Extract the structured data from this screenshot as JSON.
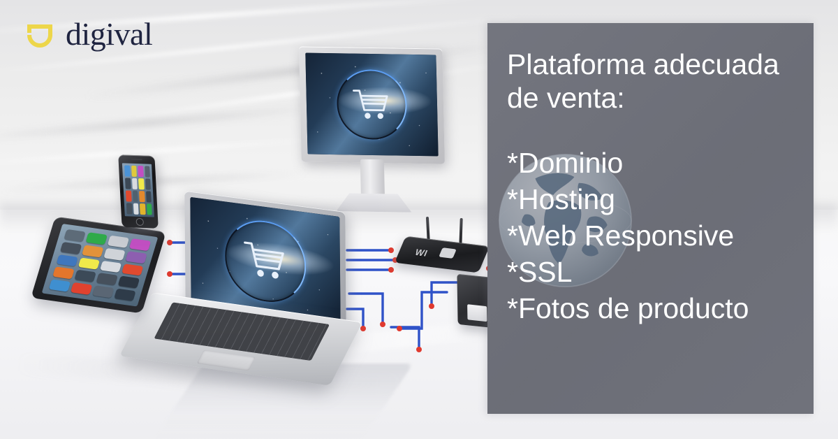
{
  "brand": {
    "name": "digival",
    "mark_icon": "digival-bracket-smile-mark",
    "mark_color": "#edd64a",
    "text_color": "#1f2440"
  },
  "panel": {
    "background_color": "#6e7079",
    "text_color": "#ffffff",
    "title": "Plataforma adecuada\nde venta:",
    "watermark_icon": "globe-icon",
    "items": [
      {
        "label": "*Dominio"
      },
      {
        "label": "*Hosting"
      },
      {
        "label": "*Web Responsive"
      },
      {
        "label": "*SSL"
      },
      {
        "label": "*Fotos de producto"
      }
    ]
  },
  "scene": {
    "devices": [
      {
        "name": "desktop-monitor",
        "screen_icon": "shopping-cart-icon"
      },
      {
        "name": "laptop",
        "screen_icon": "shopping-cart-icon"
      },
      {
        "name": "tablet",
        "screen_icon": "app-grid"
      },
      {
        "name": "smartphone",
        "screen_icon": "app-grid"
      },
      {
        "name": "wifi-router",
        "label": "WI"
      },
      {
        "name": "external-drive"
      }
    ],
    "cable_color": "#2f52c8",
    "connector_color": "#e03a2f",
    "background_color": "#ececec"
  }
}
